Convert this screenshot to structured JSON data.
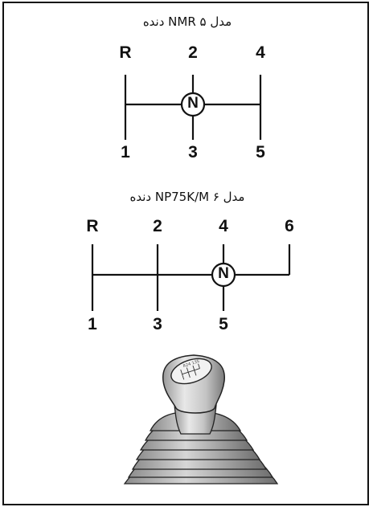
{
  "diagram_5": {
    "title": "مدل NMR ۵ دنده",
    "top": [
      "R",
      "2",
      "4"
    ],
    "bottom": [
      "1",
      "3",
      "5"
    ],
    "neutral": "N"
  },
  "diagram_6": {
    "title": "مدل NP75K/M ۶ دنده",
    "top": [
      "R",
      "2",
      "4",
      "6"
    ],
    "bottom": [
      "1",
      "3",
      "5"
    ],
    "neutral": "N"
  },
  "knob": {
    "symbol": "R24 135"
  }
}
